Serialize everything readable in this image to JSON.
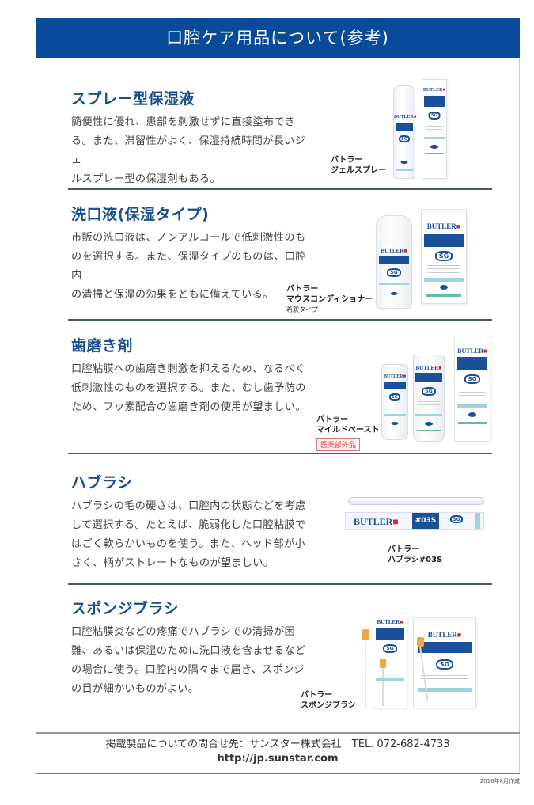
{
  "header": {
    "title": "口腔ケア用品について(参考)"
  },
  "colors": {
    "header_bg": "#0a4a9a",
    "section_title": "#1a4f8f",
    "brand_red": "#d4252a"
  },
  "sections": [
    {
      "title": "スプレー型保湿液",
      "lines": [
        "簡便性に優れ、患部を刺激せずに直接塗布でき",
        "る。また、滞留性がよく、保湿持続時間が長いジェ",
        "ルスプレー型の保湿剤もある。"
      ],
      "product": {
        "label_line1": "バトラー",
        "label_line2": "ジェルスプレー",
        "brand": "BUTLER"
      }
    },
    {
      "title": "洗口液(保湿タイプ)",
      "lines": [
        "市販の洗口液は、ノンアルコールで低刺激性のも",
        "のを選択する。また、保湿タイプのものは、口腔内",
        "の清掃と保湿の効果をともに備えている。"
      ],
      "product": {
        "label_line1": "バトラー",
        "label_line2": "マウスコンディショナー",
        "label_line3": "希釈タイプ",
        "brand": "BUTLER"
      }
    },
    {
      "title": "歯磨き剤",
      "lines": [
        "口腔粘膜への歯磨き刺激を抑えるため、なるべく",
        "低刺激性のものを選択する。また、むし歯予防の",
        "ため、フッ素配合の歯磨き剤の使用が望ましい。"
      ],
      "product": {
        "label_line1": "バトラー",
        "label_line2": "マイルドペースト",
        "badge": "医薬部外品",
        "brand": "BUTLER"
      }
    },
    {
      "title": "ハブラシ",
      "lines": [
        "ハブラシの毛の硬さは、口腔内の状態などを考慮",
        "して選択する。たとえば、脆弱化した口腔粘膜で",
        "はごく軟らかいものを使う。また、ヘッド部が小",
        "さく、柄がストレートなものが望ましい。"
      ],
      "product": {
        "label_line1": "バトラー",
        "label_line2": "ハブラシ#03S",
        "brand": "BUTLER",
        "model": "#03S"
      }
    },
    {
      "title": "スポンジブラシ",
      "lines": [
        "口腔粘膜炎などの疼痛でハブラシでの清掃が困",
        "難、あるいは保湿のために洗口液を含ませるなど",
        "の場合に使う。口腔内の隅々まで届き、スポンジ",
        "の目が細かいものがよい。"
      ],
      "product": {
        "label_line1": "バトラー",
        "label_line2": "スポンジブラシ",
        "brand": "BUTLER"
      }
    }
  ],
  "product_common": {
    "sg": "SG",
    "cross": "■"
  },
  "footer": {
    "contact": "掲載製品についての問合せ先：サンスター株式会社　TEL. 072-682-4733",
    "url": "http://jp.sunstar.com",
    "date": "2016年8月作成"
  }
}
